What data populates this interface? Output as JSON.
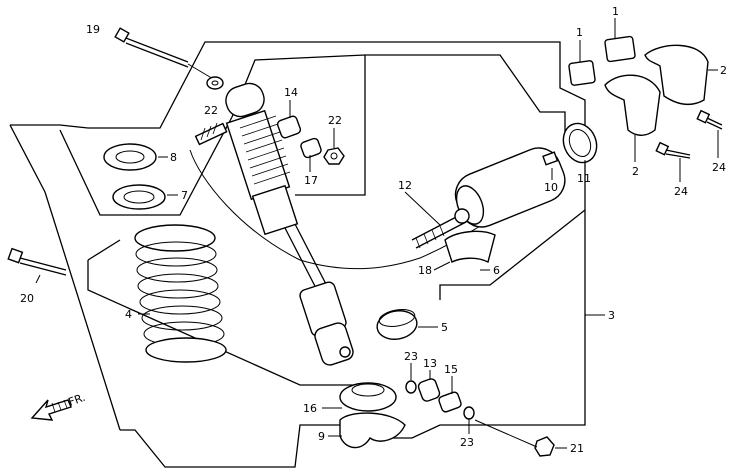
{
  "diagram": {
    "callouts": [
      "1",
      "1",
      "2",
      "2",
      "3",
      "4",
      "5",
      "6",
      "7",
      "8",
      "9",
      "10",
      "11",
      "12",
      "13",
      "14",
      "15",
      "16",
      "17",
      "18",
      "19",
      "20",
      "21",
      "22",
      "22",
      "23",
      "23",
      "24",
      "24"
    ],
    "direction_label": "FR."
  }
}
